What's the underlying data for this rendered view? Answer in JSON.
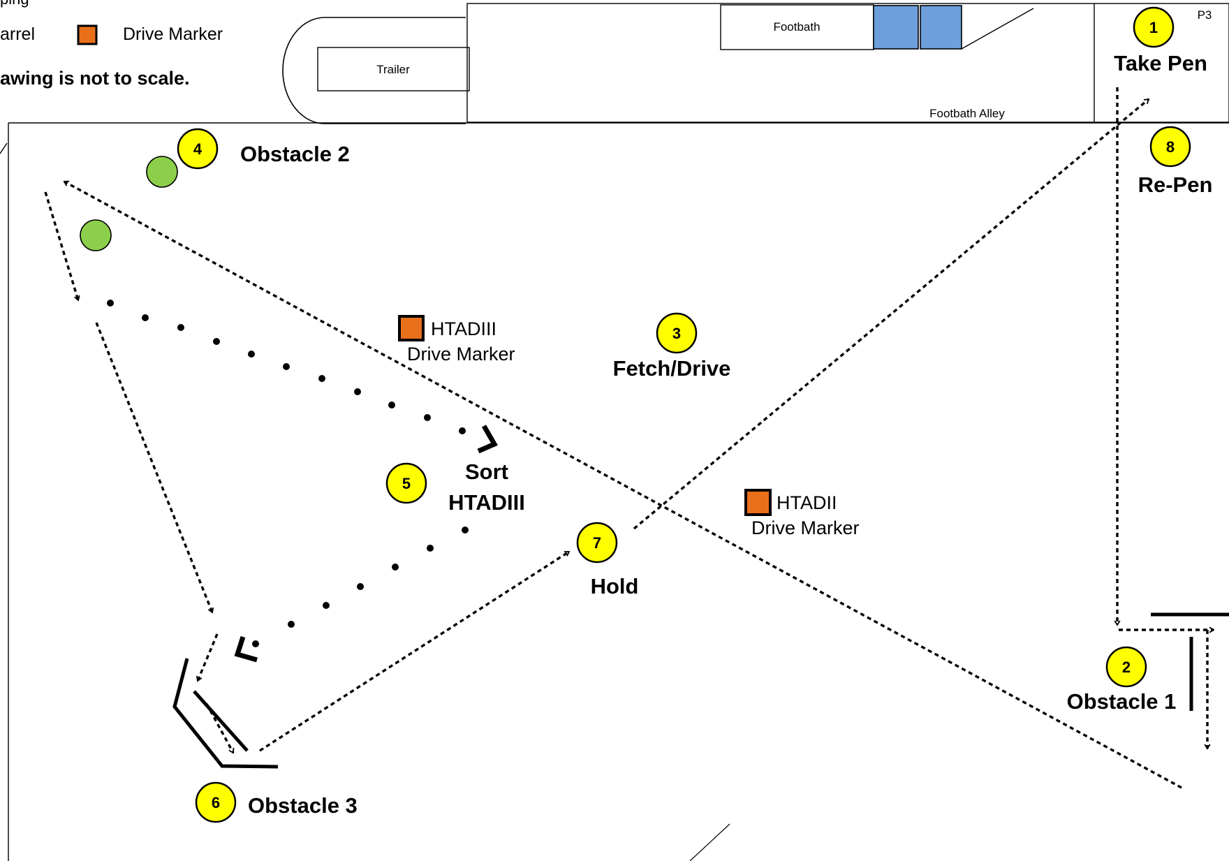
{
  "legend": {
    "line1": "   ping",
    "barrel_label": "arrel",
    "drive_marker_label": "Drive Marker",
    "note": "awing is not to scale."
  },
  "buildings": {
    "trailer": "Trailer",
    "footbath": "Footbath",
    "footbath_alley": "Footbath Alley",
    "pen_id": "P3"
  },
  "steps": [
    {
      "number": "1",
      "label": "Take Pen"
    },
    {
      "number": "2",
      "label": "Obstacle 1"
    },
    {
      "number": "3",
      "label": "Fetch/Drive"
    },
    {
      "number": "4",
      "label": "Obstacle 2"
    },
    {
      "number": "5",
      "label_line1": "Sort",
      "label_line2": "HTADIII"
    },
    {
      "number": "6",
      "label": "Obstacle 3"
    },
    {
      "number": "7",
      "label": "Hold"
    },
    {
      "number": "8",
      "label": "Re-Pen"
    }
  ],
  "markers": [
    {
      "code": "HTADIII",
      "label": "Drive Marker"
    },
    {
      "code": "HTADII",
      "label": "Drive Marker"
    }
  ],
  "colors": {
    "step_badge": "#ffff00",
    "drive_marker": "#e8701a",
    "barrel": "#8ccf4a",
    "footbath_panel": "#6d9fdc"
  }
}
